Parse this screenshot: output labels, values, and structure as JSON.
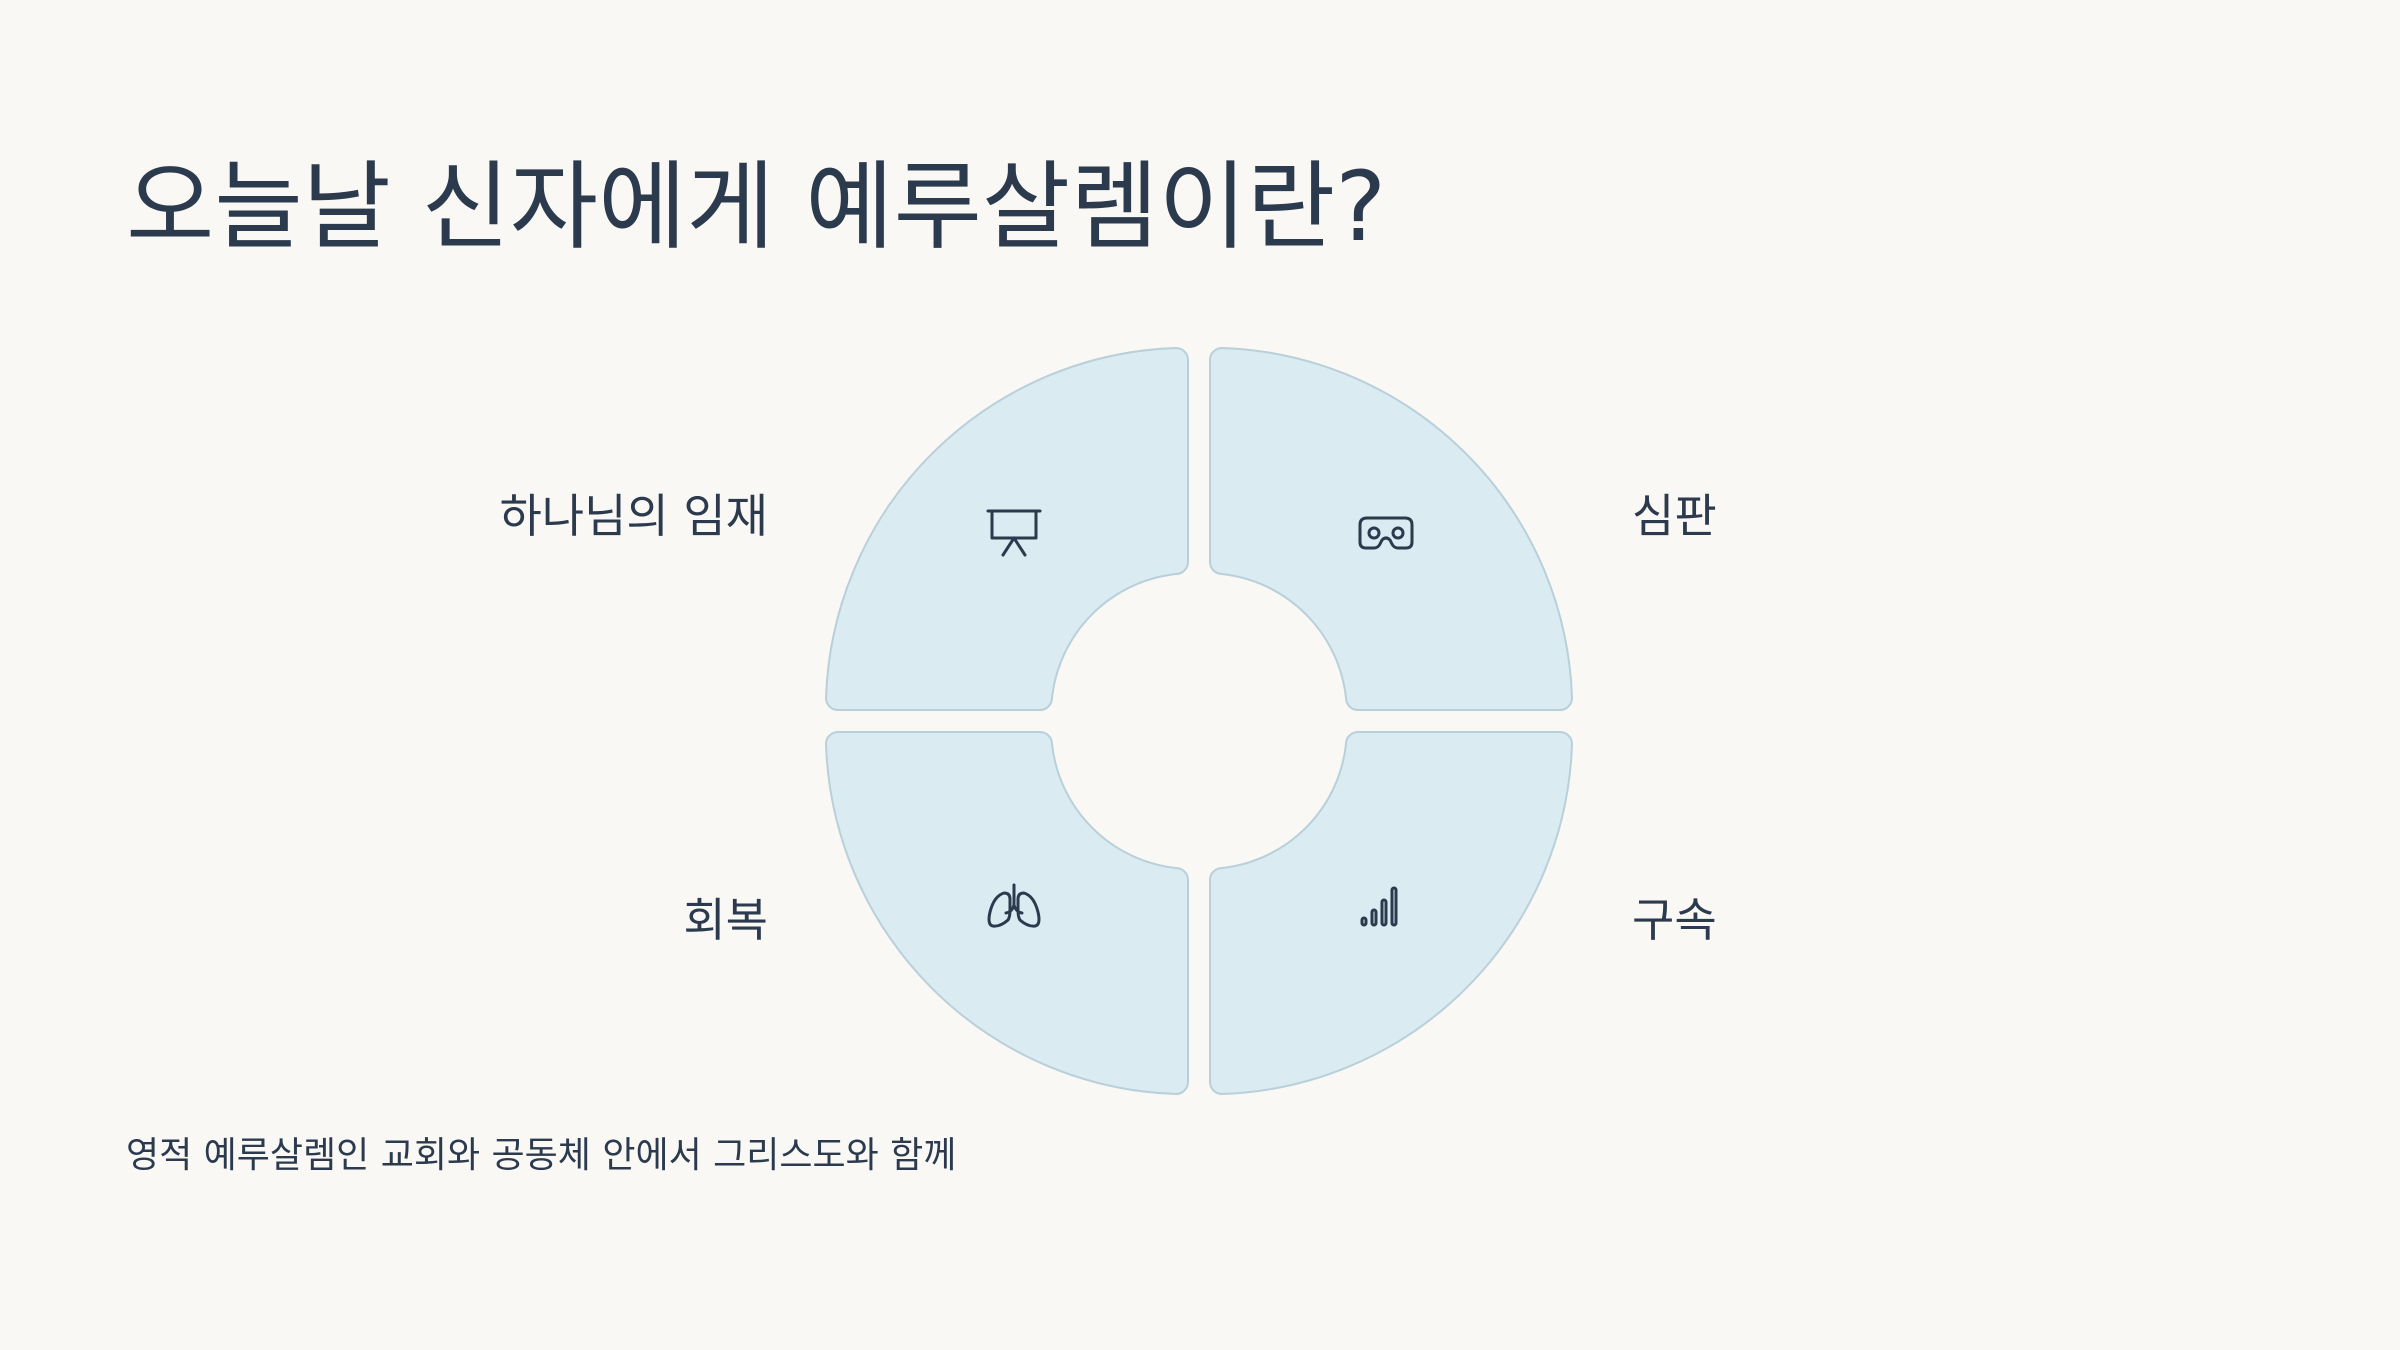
{
  "title": "오늘날 신자에게 예루살렘이란?",
  "quadrants": [
    {
      "label": "하나님의 임재",
      "icon": "presentation-board-icon"
    },
    {
      "label": "심판",
      "icon": "vr-goggles-icon"
    },
    {
      "label": "회복",
      "icon": "lungs-icon"
    },
    {
      "label": "구속",
      "icon": "signal-bars-icon"
    }
  ],
  "subtitle": "영적 예루살렘인 교회와 공동체 안에서 그리스도와 함께",
  "colors": {
    "background": "#f9f8f5",
    "segment_fill": "#daebf1",
    "segment_stroke": "#b9d0da",
    "text": "#2c3a4d"
  }
}
